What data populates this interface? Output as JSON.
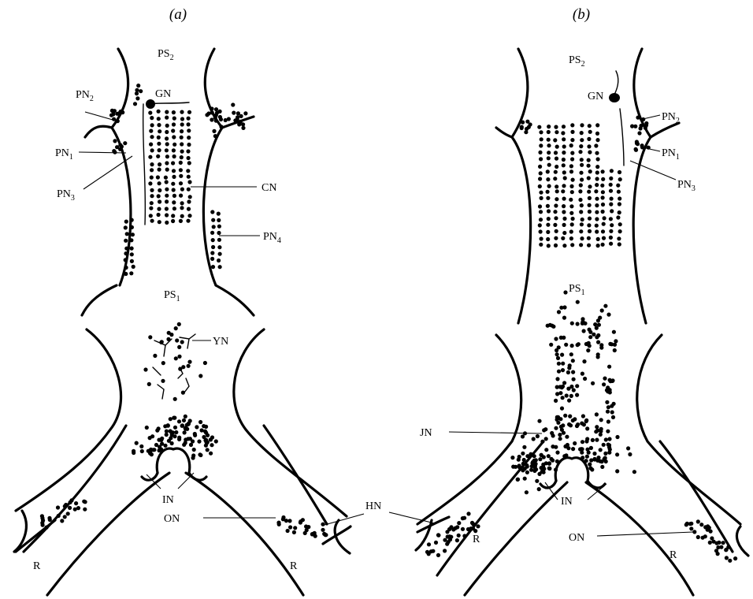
{
  "panels": [
    {
      "id": "a",
      "title": "(a)"
    },
    {
      "id": "b",
      "title": "(b)"
    }
  ],
  "labels": {
    "PS2": {
      "main": "PS",
      "sub": "2"
    },
    "PS1": {
      "main": "PS",
      "sub": "1"
    },
    "GN": "GN",
    "CN": "CN",
    "YN": "YN",
    "JN": "JN",
    "IN": "IN",
    "ON": "ON",
    "HN": "HN",
    "R": "R",
    "PN1": {
      "main": "PN",
      "sub": "1"
    },
    "PN2": {
      "main": "PN",
      "sub": "2"
    },
    "PN3": {
      "main": "PN",
      "sub": "3"
    },
    "PN4": {
      "main": "PN",
      "sub": "4"
    }
  }
}
